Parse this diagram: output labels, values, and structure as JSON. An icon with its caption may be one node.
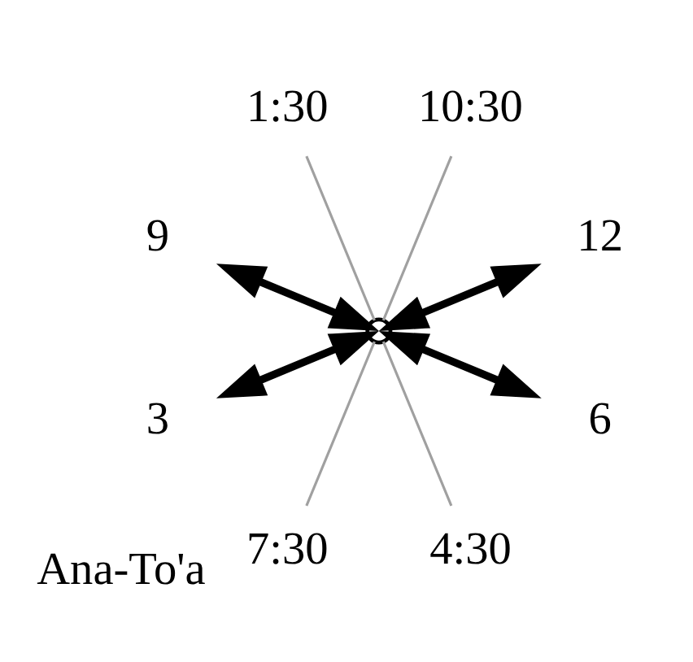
{
  "diagram": {
    "nodes": [
      {
        "text": [
          "12"
        ]
      },
      {
        "text": [
          "10:30"
        ]
      },
      {
        "text": [
          "1:30"
        ]
      },
      {
        "text": [
          "9"
        ]
      },
      {
        "text": [],
        "shape": "circle"
      },
      {
        "text": [
          "3"
        ]
      },
      {
        "text": [
          "7:30"
        ],
        "beside": [
          "Ana-To'a"
        ]
      },
      {
        "text": [
          "4:30"
        ]
      },
      {
        "text": [
          "6"
        ]
      }
    ],
    "edges": [
      {
        "from": 4,
        "to": 0,
        "arrow": "both",
        "style": "thick"
      },
      {
        "from": 4,
        "to": 2,
        "arrow": "none",
        "color": "#a0a0a0"
      },
      {
        "from": 4,
        "to": 5,
        "arrow": "both",
        "style": "thick"
      },
      {
        "from": 4,
        "to": 7,
        "arrow": "none",
        "color": "#a0a0a0"
      },
      {
        "from": 4,
        "to": 8,
        "arrow": "both",
        "style": "thick"
      },
      {
        "from": 4,
        "to": 6,
        "arrow": "none",
        "color": "#a0a0a0"
      },
      {
        "from": 4,
        "to": 3,
        "arrow": "both",
        "style": "thick"
      },
      {
        "from": 4,
        "to": 1,
        "arrow": "none",
        "color": "#a0a0a0"
      }
    ]
  }
}
